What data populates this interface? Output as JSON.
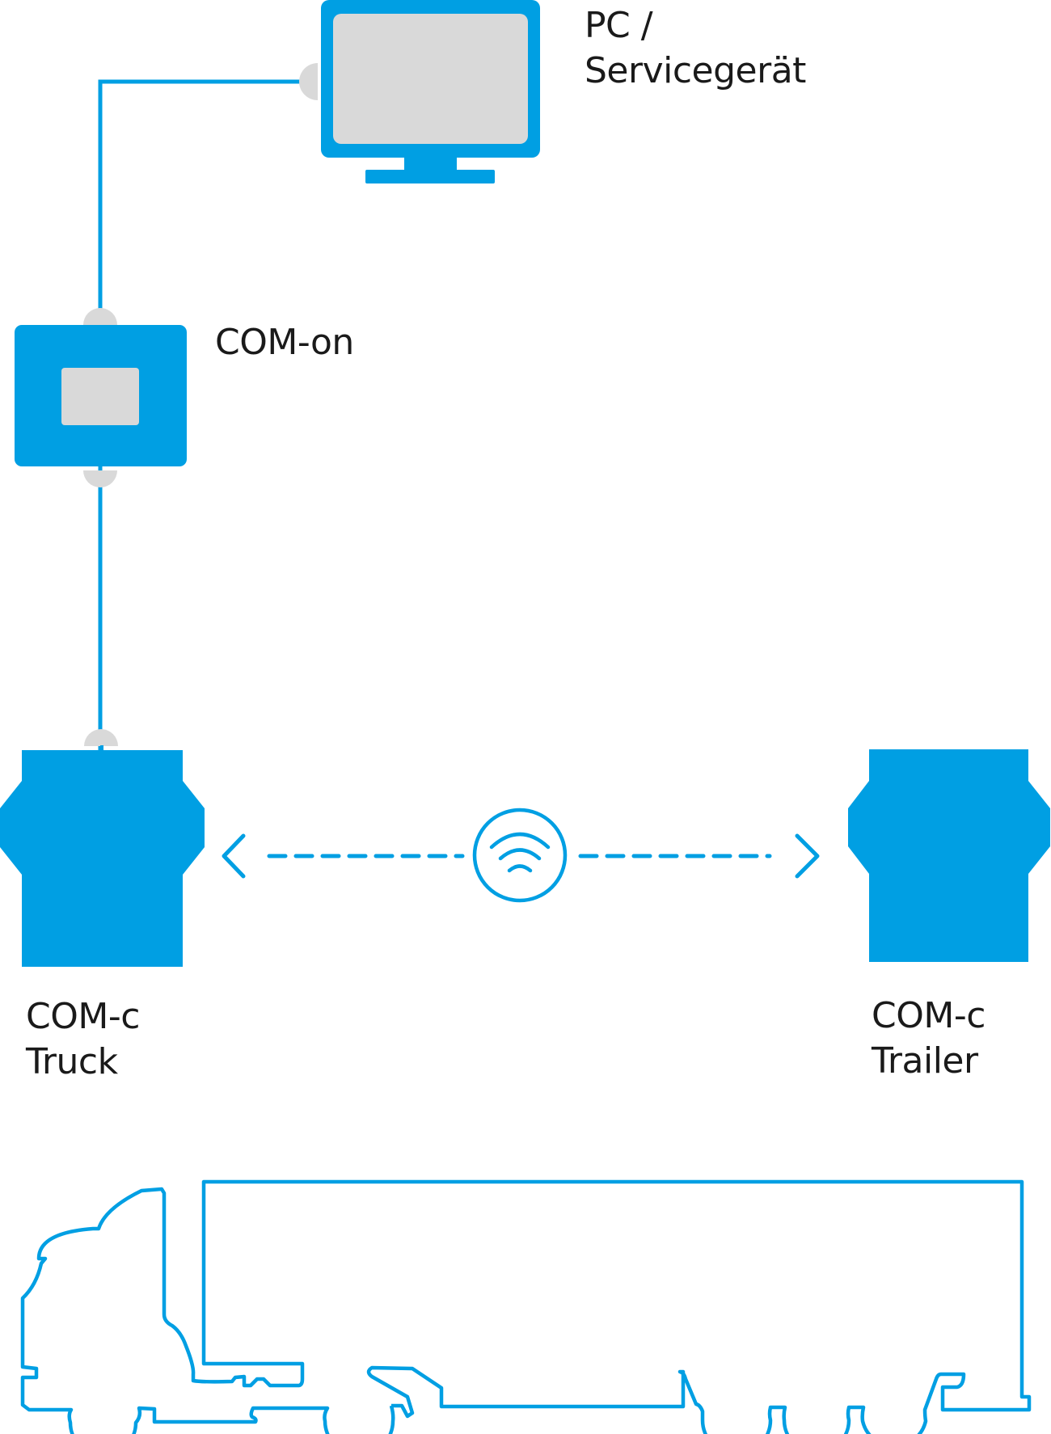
{
  "title": "COM-on / COM-c connection diagram",
  "colors": {
    "accent": "#009FE3",
    "connector": "#D9D9D9",
    "screen": "#D9D9D9",
    "text": "#1A1A1A",
    "background": "#FFFFFF"
  },
  "nodes": {
    "pc": {
      "line1": "PC /",
      "line2": "Servicegerät",
      "icon": "monitor-icon"
    },
    "com_on": {
      "label": "COM-on",
      "icon": "com-on-device-icon"
    },
    "com_c_truck": {
      "line1": "COM-c",
      "line2": "Truck",
      "icon": "com-c-device-icon"
    },
    "com_c_trailer": {
      "line1": "COM-c",
      "line2": "Trailer",
      "icon": "com-c-device-icon"
    }
  },
  "links": [
    {
      "from": "pc",
      "to": "com_on",
      "type": "cable"
    },
    {
      "from": "com_on",
      "to": "com_c_truck",
      "type": "cable"
    },
    {
      "from": "com_c_truck",
      "to": "com_c_trailer",
      "type": "wireless",
      "icon": "wifi-icon",
      "bidirectional": true
    }
  ],
  "vehicle": {
    "icon": "truck-with-trailer-outline"
  }
}
